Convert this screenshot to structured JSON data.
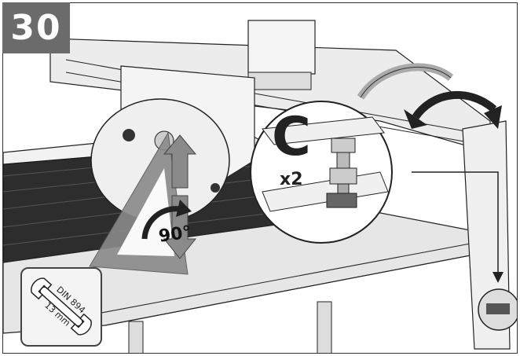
{
  "step": {
    "number": "30"
  },
  "detail": {
    "letter": "C",
    "quantity": "x2"
  },
  "angle": {
    "text": "90°"
  },
  "tool": {
    "standard": "DIN 894",
    "size": "13 mm"
  },
  "colors": {
    "badge": "#6b6b6b",
    "arrow_gray": "#8a8a8a",
    "line": "#222222",
    "panel": "#e8e8e8"
  },
  "icons": [
    "rotate-arrow-icon",
    "up-arrow-icon",
    "down-arrow-icon",
    "wrench-icon",
    "angle-arc-icon"
  ]
}
